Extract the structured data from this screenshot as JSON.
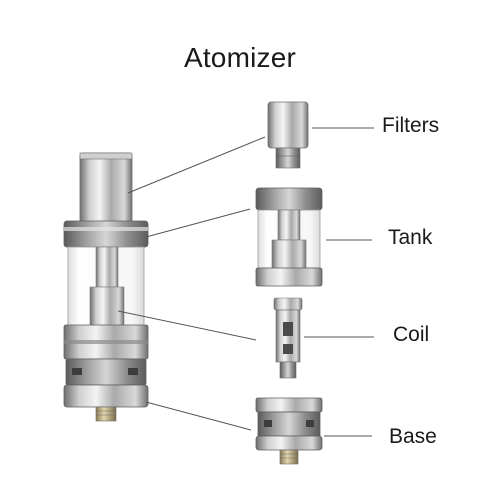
{
  "title": "Atomizer",
  "labels": {
    "filters": "Filters",
    "tank": "Tank",
    "coil": "Coil",
    "base": "Base"
  },
  "colors": {
    "metal_light": "#e8e8e8",
    "metal_mid": "#b9b9b9",
    "metal_dark": "#7d7d7d",
    "leader_line": "#555555",
    "text": "#1a1a1a"
  }
}
